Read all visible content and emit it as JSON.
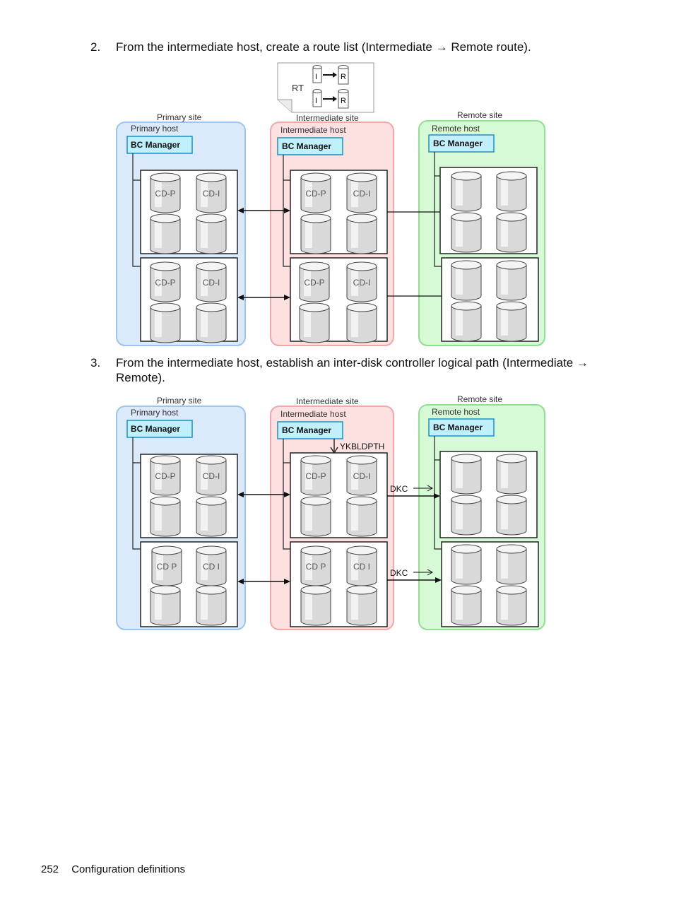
{
  "steps": [
    {
      "number": "2.",
      "text": "From the intermediate host, create a route list (Intermediate → Remote route)."
    },
    {
      "number": "3.",
      "text": "From the intermediate host, establish an inter-disk controller logical path (Intermediate → Remote)."
    }
  ],
  "diagram1": {
    "route_table": {
      "label": "RT",
      "rows": [
        {
          "from": "I",
          "to": "R"
        },
        {
          "from": "I",
          "to": "R"
        }
      ]
    },
    "primary": {
      "site": "Primary site",
      "host": "Primary host",
      "manager": "BC Manager",
      "disks": [
        [
          "CD-P",
          "CD-I"
        ],
        [
          "CD-P",
          "CD-I"
        ]
      ]
    },
    "intermediate": {
      "site": "Intermediate site",
      "host": "Intermediate host",
      "manager": "BC Manager",
      "disks": [
        [
          "CD-P",
          "CD-I"
        ],
        [
          "CD-P",
          "CD-I"
        ]
      ]
    },
    "remote": {
      "site": "Remote site",
      "host": "Remote host",
      "manager": "BC Manager"
    }
  },
  "diagram2": {
    "primary": {
      "site": "Primary site",
      "host": "Primary host",
      "manager": "BC Manager",
      "disks": [
        [
          "CD-P",
          "CD-I"
        ],
        [
          "CD P",
          "CD I"
        ]
      ]
    },
    "intermediate": {
      "site": "Intermediate site",
      "host": "Intermediate host",
      "manager": "BC Manager",
      "command": "YKBLDPTH",
      "disks": [
        [
          "CD-P",
          "CD-I"
        ],
        [
          "CD P",
          "CD I"
        ]
      ]
    },
    "remote": {
      "site": "Remote site",
      "host": "Remote host",
      "manager": "BC Manager"
    },
    "dkc_labels": [
      "DKC",
      "DKC"
    ]
  },
  "colors": {
    "primary_fill": "#dbeafb",
    "primary_stroke": "#9cc4ee",
    "intermediate_fill": "#fde0e0",
    "intermediate_stroke": "#f2a8a8",
    "remote_fill": "#d6f9d6",
    "remote_stroke": "#8fe08f",
    "manager_fill": "#bff0fb",
    "manager_stroke": "#1c8fc4"
  },
  "footer": {
    "page_number": "252",
    "section": "Configuration definitions"
  }
}
